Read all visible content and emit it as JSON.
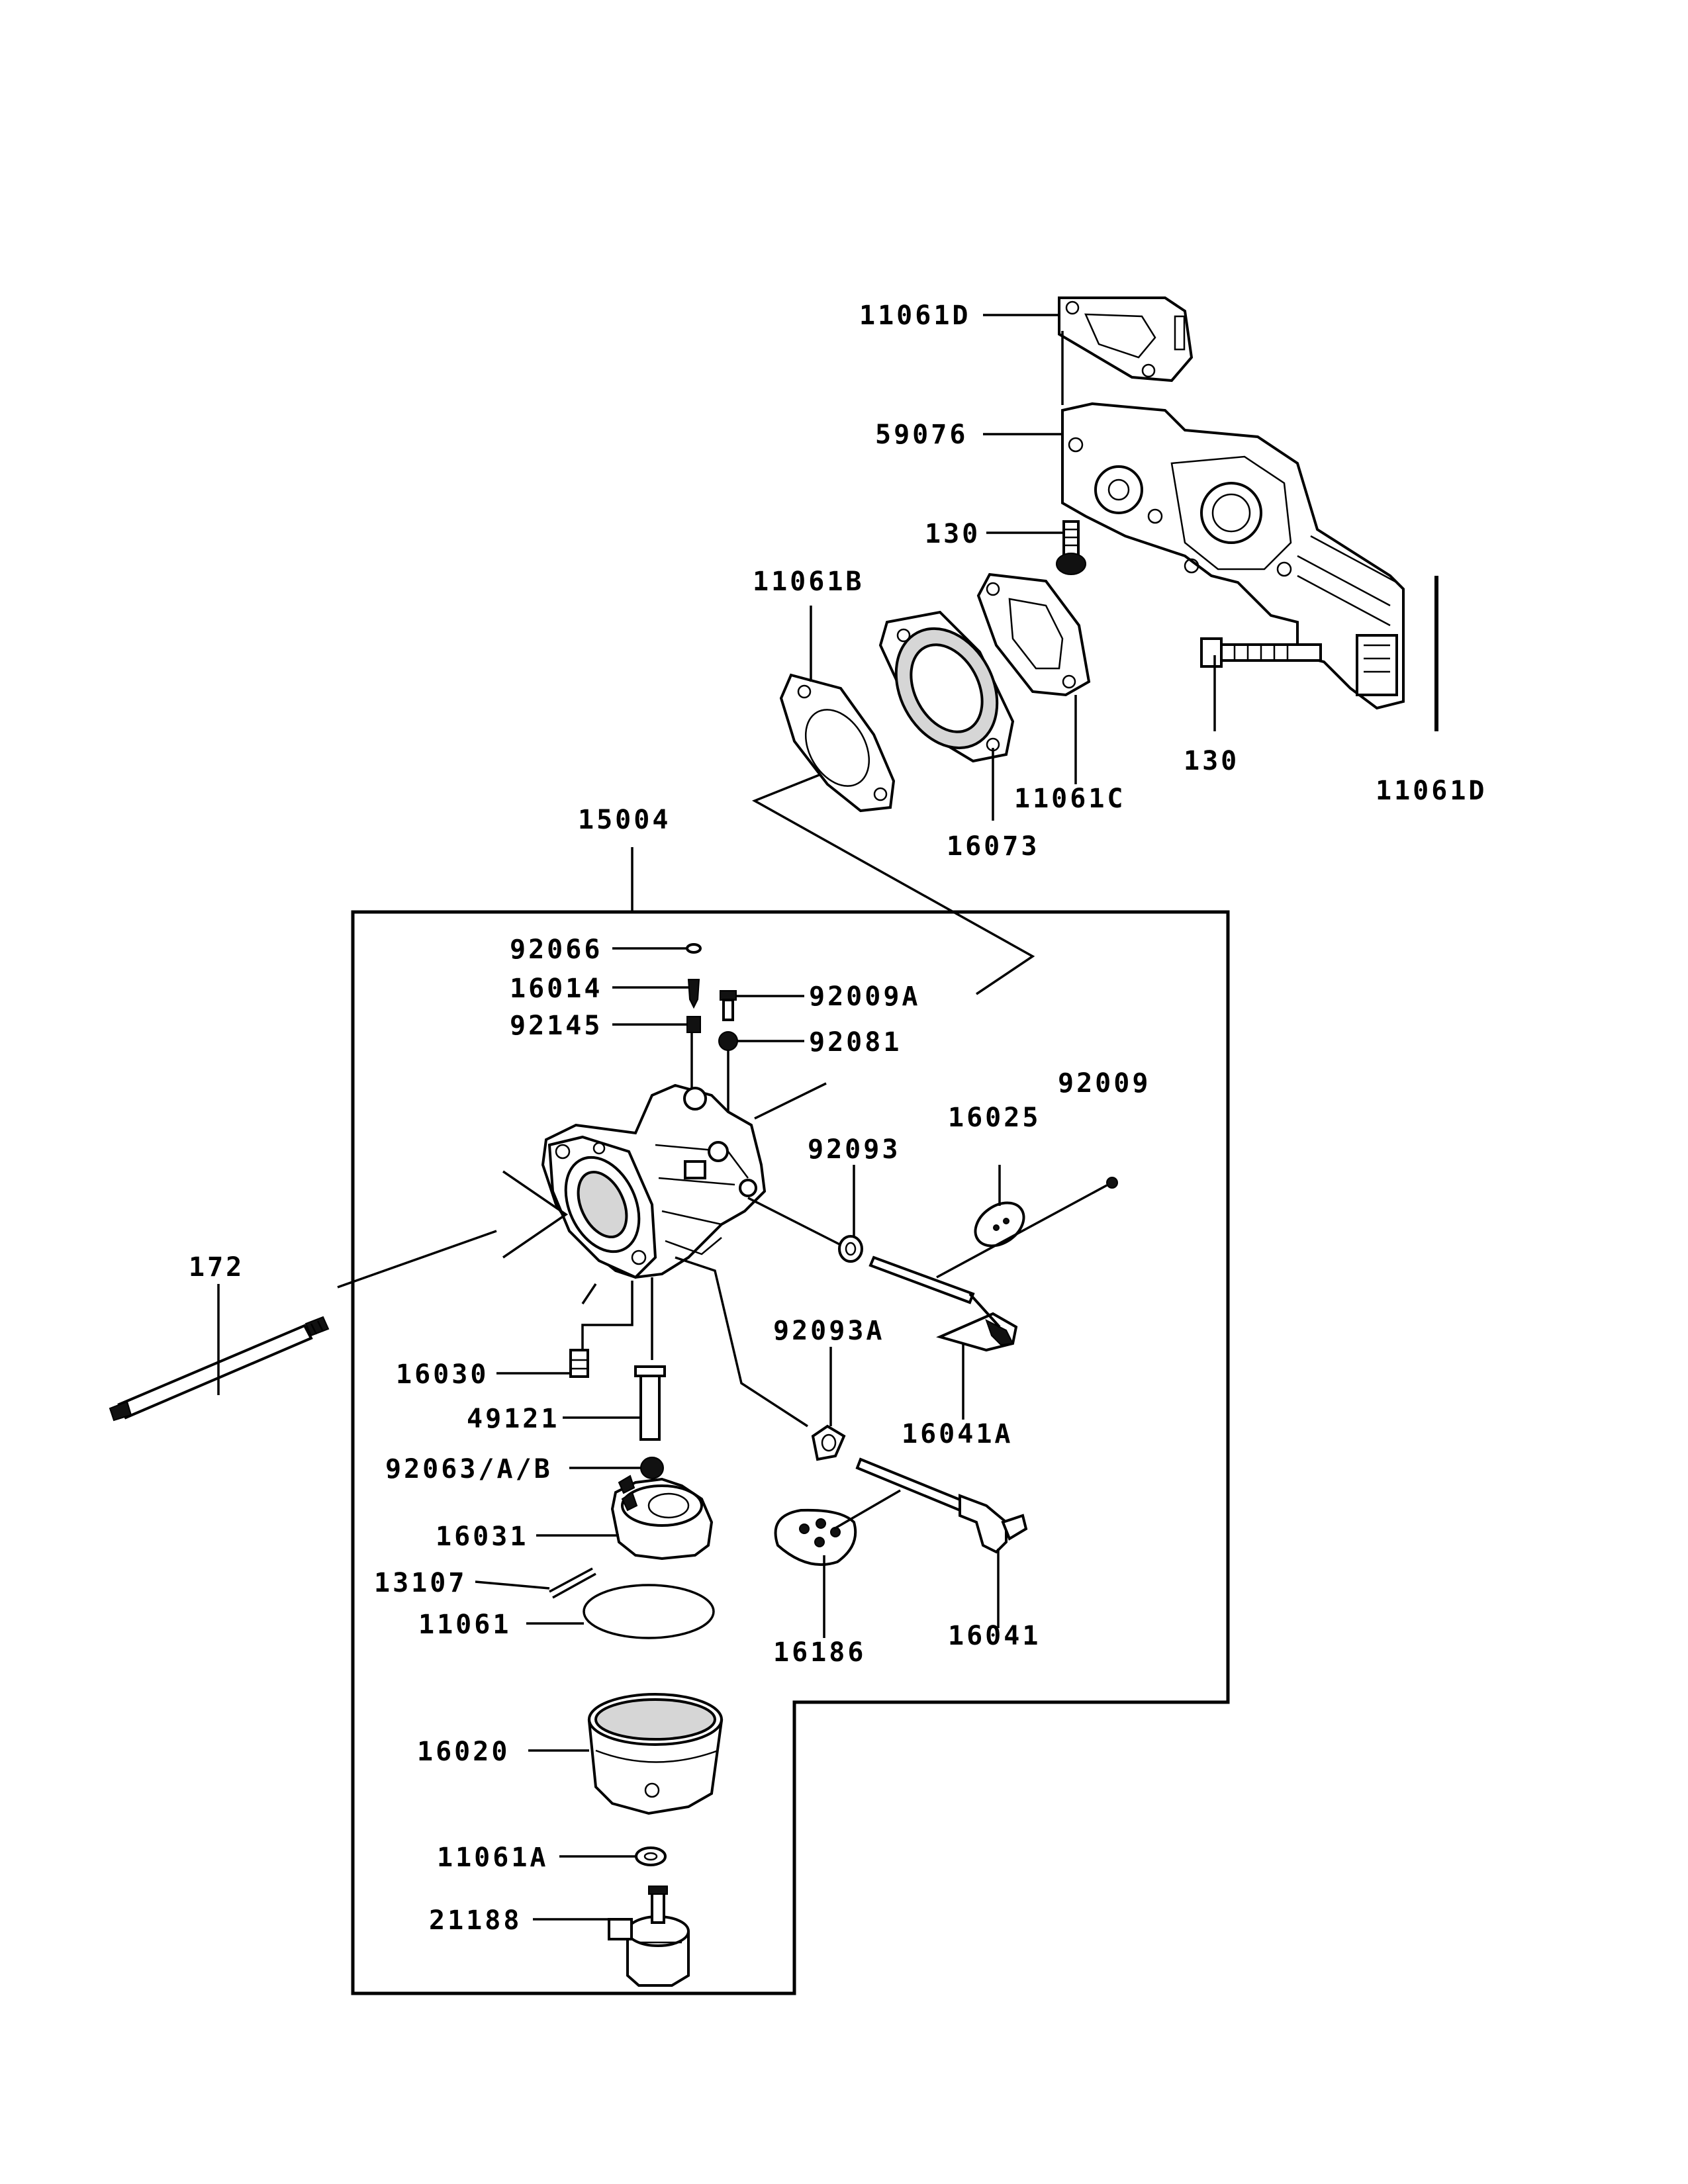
{
  "diagram": {
    "labels": {
      "p11061D_top": "11061D",
      "p59076": "59076",
      "p130_top": "130",
      "p11061B": "11061B",
      "p11061C": "11061C",
      "p16073": "16073",
      "p130_right": "130",
      "p11061D_right": "11061D",
      "p15004": "15004",
      "p92066": "92066",
      "p16014": "16014",
      "p92145": "92145",
      "p92009A": "92009A",
      "p92081": "92081",
      "p92093": "92093",
      "p16025": "16025",
      "p92009": "92009",
      "p172": "172",
      "p92093A": "92093A",
      "p16030": "16030",
      "p49121": "49121",
      "p92063": "92063/A/B",
      "p16041A": "16041A",
      "p16031": "16031",
      "p13107": "13107",
      "p11061": "11061",
      "p16186": "16186",
      "p16041": "16041",
      "p16020": "16020",
      "p11061A": "11061A",
      "p21188": "21188"
    }
  }
}
